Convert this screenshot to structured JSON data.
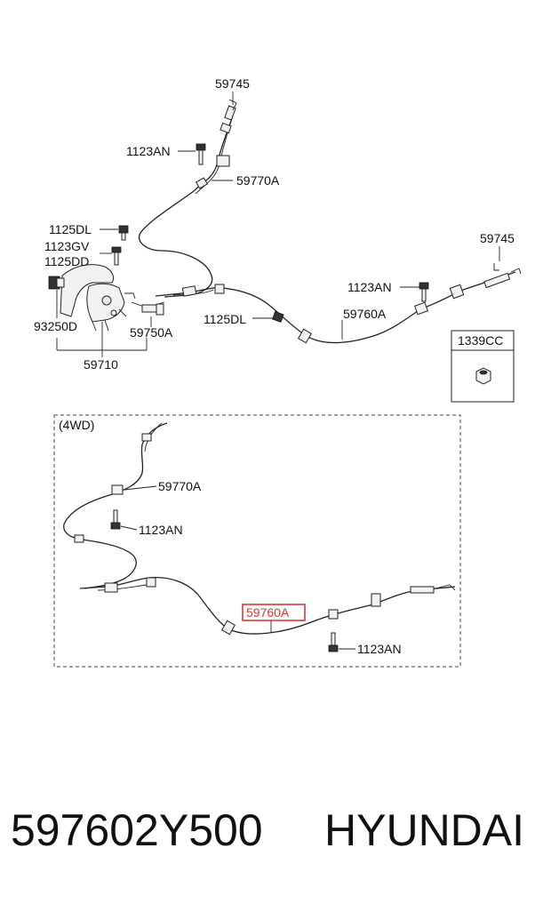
{
  "callouts": {
    "c1": "59745",
    "c2": "1123AN",
    "c3": "59770A",
    "c4": "1125DL",
    "c5": "1123GV",
    "c6": "1125DD",
    "c7": "59745",
    "c8": "1123AN",
    "c9": "93250D",
    "c10": "59750A",
    "c11": "1125DL",
    "c12": "59760A",
    "c13": "59710",
    "c14": "1339CC",
    "c15": "(4WD)",
    "c16": "59770A",
    "c17": "1123AN",
    "c18": "59760A",
    "c19": "1123AN"
  },
  "footer": {
    "part_number": "597602Y500",
    "brand": "HYUNDAI"
  },
  "colors": {
    "highlight": "#d43a3a",
    "line": "#222222"
  }
}
